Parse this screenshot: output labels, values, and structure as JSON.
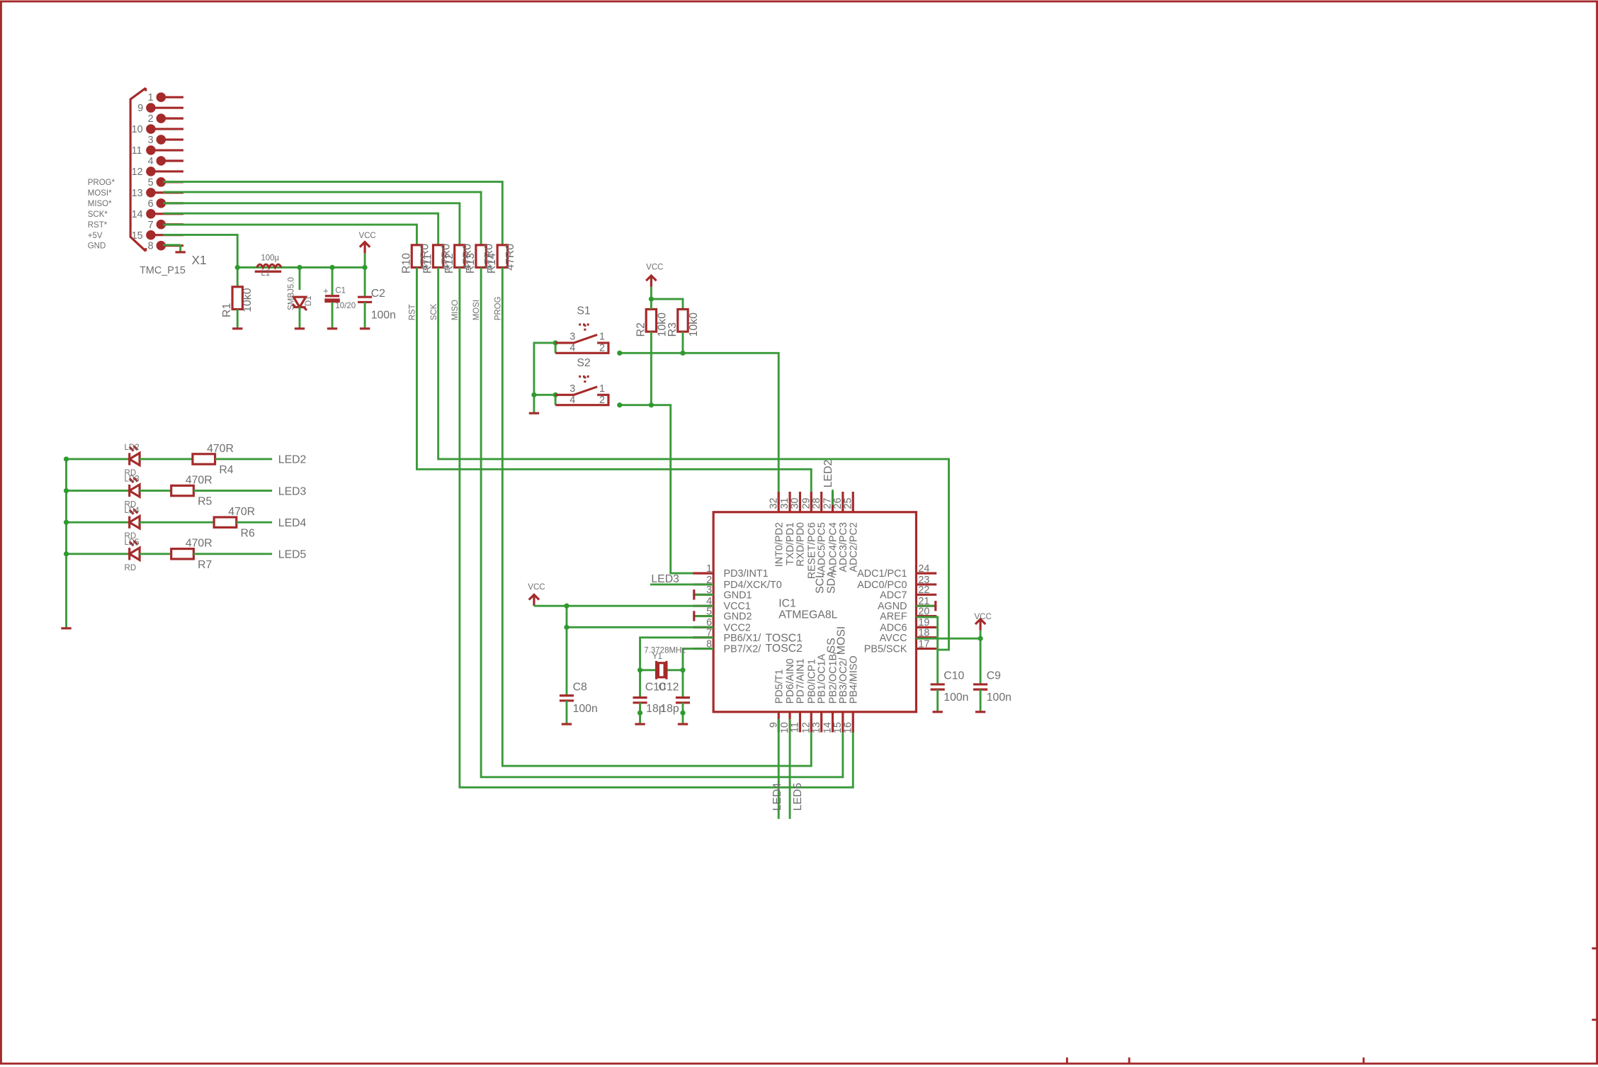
{
  "connector": {
    "name": "X1",
    "value": "TMC_P15",
    "pins": [
      "1",
      "9",
      "2",
      "10",
      "3",
      "11",
      "4",
      "12",
      "5",
      "13",
      "6",
      "14",
      "7",
      "15",
      "8"
    ],
    "signals": [
      "PROG*",
      "MOSI*",
      "MISO*",
      "SCK*",
      "RST*",
      "+5V",
      "GND"
    ]
  },
  "r1": {
    "name": "R1",
    "value": "10k0"
  },
  "l1": {
    "name": "L1",
    "value": "100µ"
  },
  "d1": {
    "name": "D1",
    "value": "SMBJ5.0"
  },
  "c1": {
    "name": "C1",
    "value": "10/20"
  },
  "c2": {
    "name": "C2",
    "value": "100n"
  },
  "vcc": "VCC",
  "series_res": {
    "names": [
      "R10",
      "R11",
      "R12",
      "R13",
      "R14"
    ],
    "value": "47R0",
    "nets": [
      "RST",
      "SCK",
      "MISO",
      "MOSI",
      "PROG"
    ]
  },
  "p2": {
    "name": "R2",
    "value": "10k0"
  },
  "p3": {
    "name": "R3",
    "value": "10k0"
  },
  "s1": {
    "name": "S1",
    "pins": [
      "3",
      "1",
      "4",
      "2"
    ]
  },
  "s2": {
    "name": "S2",
    "pins": [
      "3",
      "1",
      "4",
      "2"
    ]
  },
  "leds": [
    {
      "diode": "LD2",
      "res": "R4",
      "value": "470R",
      "net": "LED2",
      "color": "RD"
    },
    {
      "diode": "LD3",
      "res": "R5",
      "value": "470R",
      "net": "LED3",
      "color": "RD"
    },
    {
      "diode": "LD4",
      "res": "R6",
      "value": "470R",
      "net": "LED4",
      "color": "RD"
    },
    {
      "diode": "LD5",
      "res": "R7",
      "value": "470R",
      "net": "LED5",
      "color": "RD"
    }
  ],
  "ic": {
    "name": "IC1",
    "value": "ATMEGA8L",
    "left": [
      {
        "num": "1",
        "label": "PD3/INT1"
      },
      {
        "num": "2",
        "label": "PD4/XCK/T0"
      },
      {
        "num": "3",
        "label": "GND1"
      },
      {
        "num": "4",
        "label": "VCC1"
      },
      {
        "num": "5",
        "label": "GND2"
      },
      {
        "num": "6",
        "label": "VCC2"
      },
      {
        "num": "7",
        "label": "PB6/X1/"
      },
      {
        "num": "8",
        "label": "PB7/X2/"
      }
    ],
    "right": [
      {
        "num": "24",
        "label": "ADC1/PC1"
      },
      {
        "num": "23",
        "label": "ADC0/PC0"
      },
      {
        "num": "22",
        "label": "ADC7"
      },
      {
        "num": "21",
        "label": "AGND"
      },
      {
        "num": "20",
        "label": "AREF"
      },
      {
        "num": "19",
        "label": "ADC6"
      },
      {
        "num": "18",
        "label": "AVCC"
      },
      {
        "num": "17",
        "label": "PB5/SCK"
      }
    ],
    "top": [
      {
        "num": "32",
        "label": "INT0/PD2"
      },
      {
        "num": "31",
        "label": "TXD/PD1"
      },
      {
        "num": "30",
        "label": "RXD/PD0"
      },
      {
        "num": "29",
        "label": "RESET/PC6"
      },
      {
        "num": "28",
        "label": "/ADC5/PC5"
      },
      {
        "num": "27",
        "label": "/ADC4/PC4"
      },
      {
        "num": "26",
        "label": "ADC3/PC3"
      },
      {
        "num": "25",
        "label": "ADC2/PC2"
      }
    ],
    "bottom": [
      {
        "num": "9",
        "label": "PD5/T1"
      },
      {
        "num": "10",
        "label": "PD6/AIN0"
      },
      {
        "num": "11",
        "label": "PD7/AIN1"
      },
      {
        "num": "12",
        "label": "PB0/ICP1"
      },
      {
        "num": "13",
        "label": "PB1/OC1A"
      },
      {
        "num": "14",
        "label": "PB2/OC1B/"
      },
      {
        "num": "15",
        "label": "PB3/OC2/"
      },
      {
        "num": "16",
        "label": "PB4/MISO"
      }
    ],
    "extra": {
      "scl": "SCL",
      "sda": "SDA",
      "tosc1": "TOSC1",
      "tosc2": "TOSC2",
      "ss": "SS",
      "mosi": "MOSI"
    }
  },
  "crystal": {
    "name": "Y1",
    "value": "7.3728MHz"
  },
  "c10_xtal": {
    "name": "C10",
    "value": "18p"
  },
  "c12": {
    "name": "C12",
    "value": "18p"
  },
  "c8": {
    "name": "C8",
    "value": "100n"
  },
  "c10": {
    "name": "C10",
    "value": "100n"
  },
  "c9": {
    "name": "C9",
    "value": "100n"
  },
  "net_labels": {
    "led2": "LED2",
    "led3": "LED3",
    "led4": "LED4",
    "led5": "LED5"
  }
}
